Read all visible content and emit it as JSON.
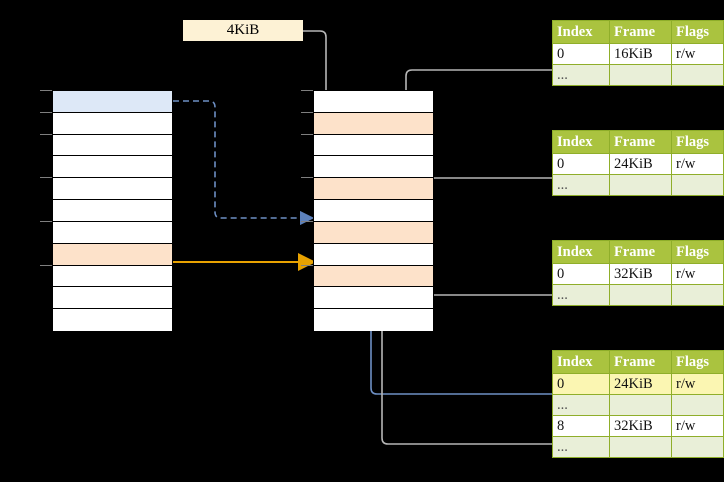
{
  "diagram": {
    "title": "",
    "size_label": {
      "text": "4KiB"
    },
    "colors": {
      "header_green": "#aac33f",
      "row_alt_green": "#e9efd8",
      "highlight_yellow": "#fbf6b2",
      "peach": "#fde2ca",
      "blue_row": "#dde8f7",
      "orange_arrow": "#e8a200",
      "blue_arrow": "#6d8fc4",
      "grey_arrow": "#b3b3b3"
    },
    "virtual_column": {
      "name": "virtual-address-space-column",
      "row_count": 11,
      "rows": [
        {
          "index": 0,
          "fill": "blue"
        },
        {
          "index": 1,
          "fill": "white"
        },
        {
          "index": 2,
          "fill": "white"
        },
        {
          "index": 3,
          "fill": "white"
        },
        {
          "index": 4,
          "fill": "white"
        },
        {
          "index": 5,
          "fill": "white"
        },
        {
          "index": 6,
          "fill": "white"
        },
        {
          "index": 7,
          "fill": "peach"
        },
        {
          "index": 8,
          "fill": "white"
        },
        {
          "index": 9,
          "fill": "white"
        },
        {
          "index": 10,
          "fill": "white"
        }
      ]
    },
    "physical_column": {
      "name": "physical-memory-column",
      "row_count": 11,
      "rows": [
        {
          "index": 0,
          "fill": "white"
        },
        {
          "index": 1,
          "fill": "peach"
        },
        {
          "index": 2,
          "fill": "white"
        },
        {
          "index": 3,
          "fill": "white"
        },
        {
          "index": 4,
          "fill": "peach"
        },
        {
          "index": 5,
          "fill": "white"
        },
        {
          "index": 6,
          "fill": "peach"
        },
        {
          "index": 7,
          "fill": "white"
        },
        {
          "index": 8,
          "fill": "peach"
        },
        {
          "index": 9,
          "fill": "white"
        },
        {
          "index": 10,
          "fill": "white"
        }
      ]
    },
    "page_tables": [
      {
        "name": "page-table-1",
        "headers": [
          "Index",
          "Frame",
          "Flags"
        ],
        "rows": [
          {
            "cells": [
              "0",
              "16KiB",
              "r/w"
            ],
            "style": "normal"
          },
          {
            "cells": [
              "...",
              "",
              ""
            ],
            "style": "alt"
          }
        ]
      },
      {
        "name": "page-table-2",
        "headers": [
          "Index",
          "Frame",
          "Flags"
        ],
        "rows": [
          {
            "cells": [
              "0",
              "24KiB",
              "r/w"
            ],
            "style": "normal"
          },
          {
            "cells": [
              "...",
              "",
              ""
            ],
            "style": "alt"
          }
        ]
      },
      {
        "name": "page-table-3",
        "headers": [
          "Index",
          "Frame",
          "Flags"
        ],
        "rows": [
          {
            "cells": [
              "0",
              "32KiB",
              "r/w"
            ],
            "style": "normal"
          },
          {
            "cells": [
              "...",
              "",
              ""
            ],
            "style": "alt"
          }
        ]
      },
      {
        "name": "page-table-4",
        "headers": [
          "Index",
          "Frame",
          "Flags"
        ],
        "rows": [
          {
            "cells": [
              "0",
              "24KiB",
              "r/w"
            ],
            "style": "highlight"
          },
          {
            "cells": [
              "...",
              "",
              ""
            ],
            "style": "alt"
          },
          {
            "cells": [
              "8",
              "32KiB",
              "r/w"
            ],
            "style": "normal"
          },
          {
            "cells": [
              "...",
              "",
              ""
            ],
            "style": "alt"
          }
        ]
      }
    ]
  }
}
